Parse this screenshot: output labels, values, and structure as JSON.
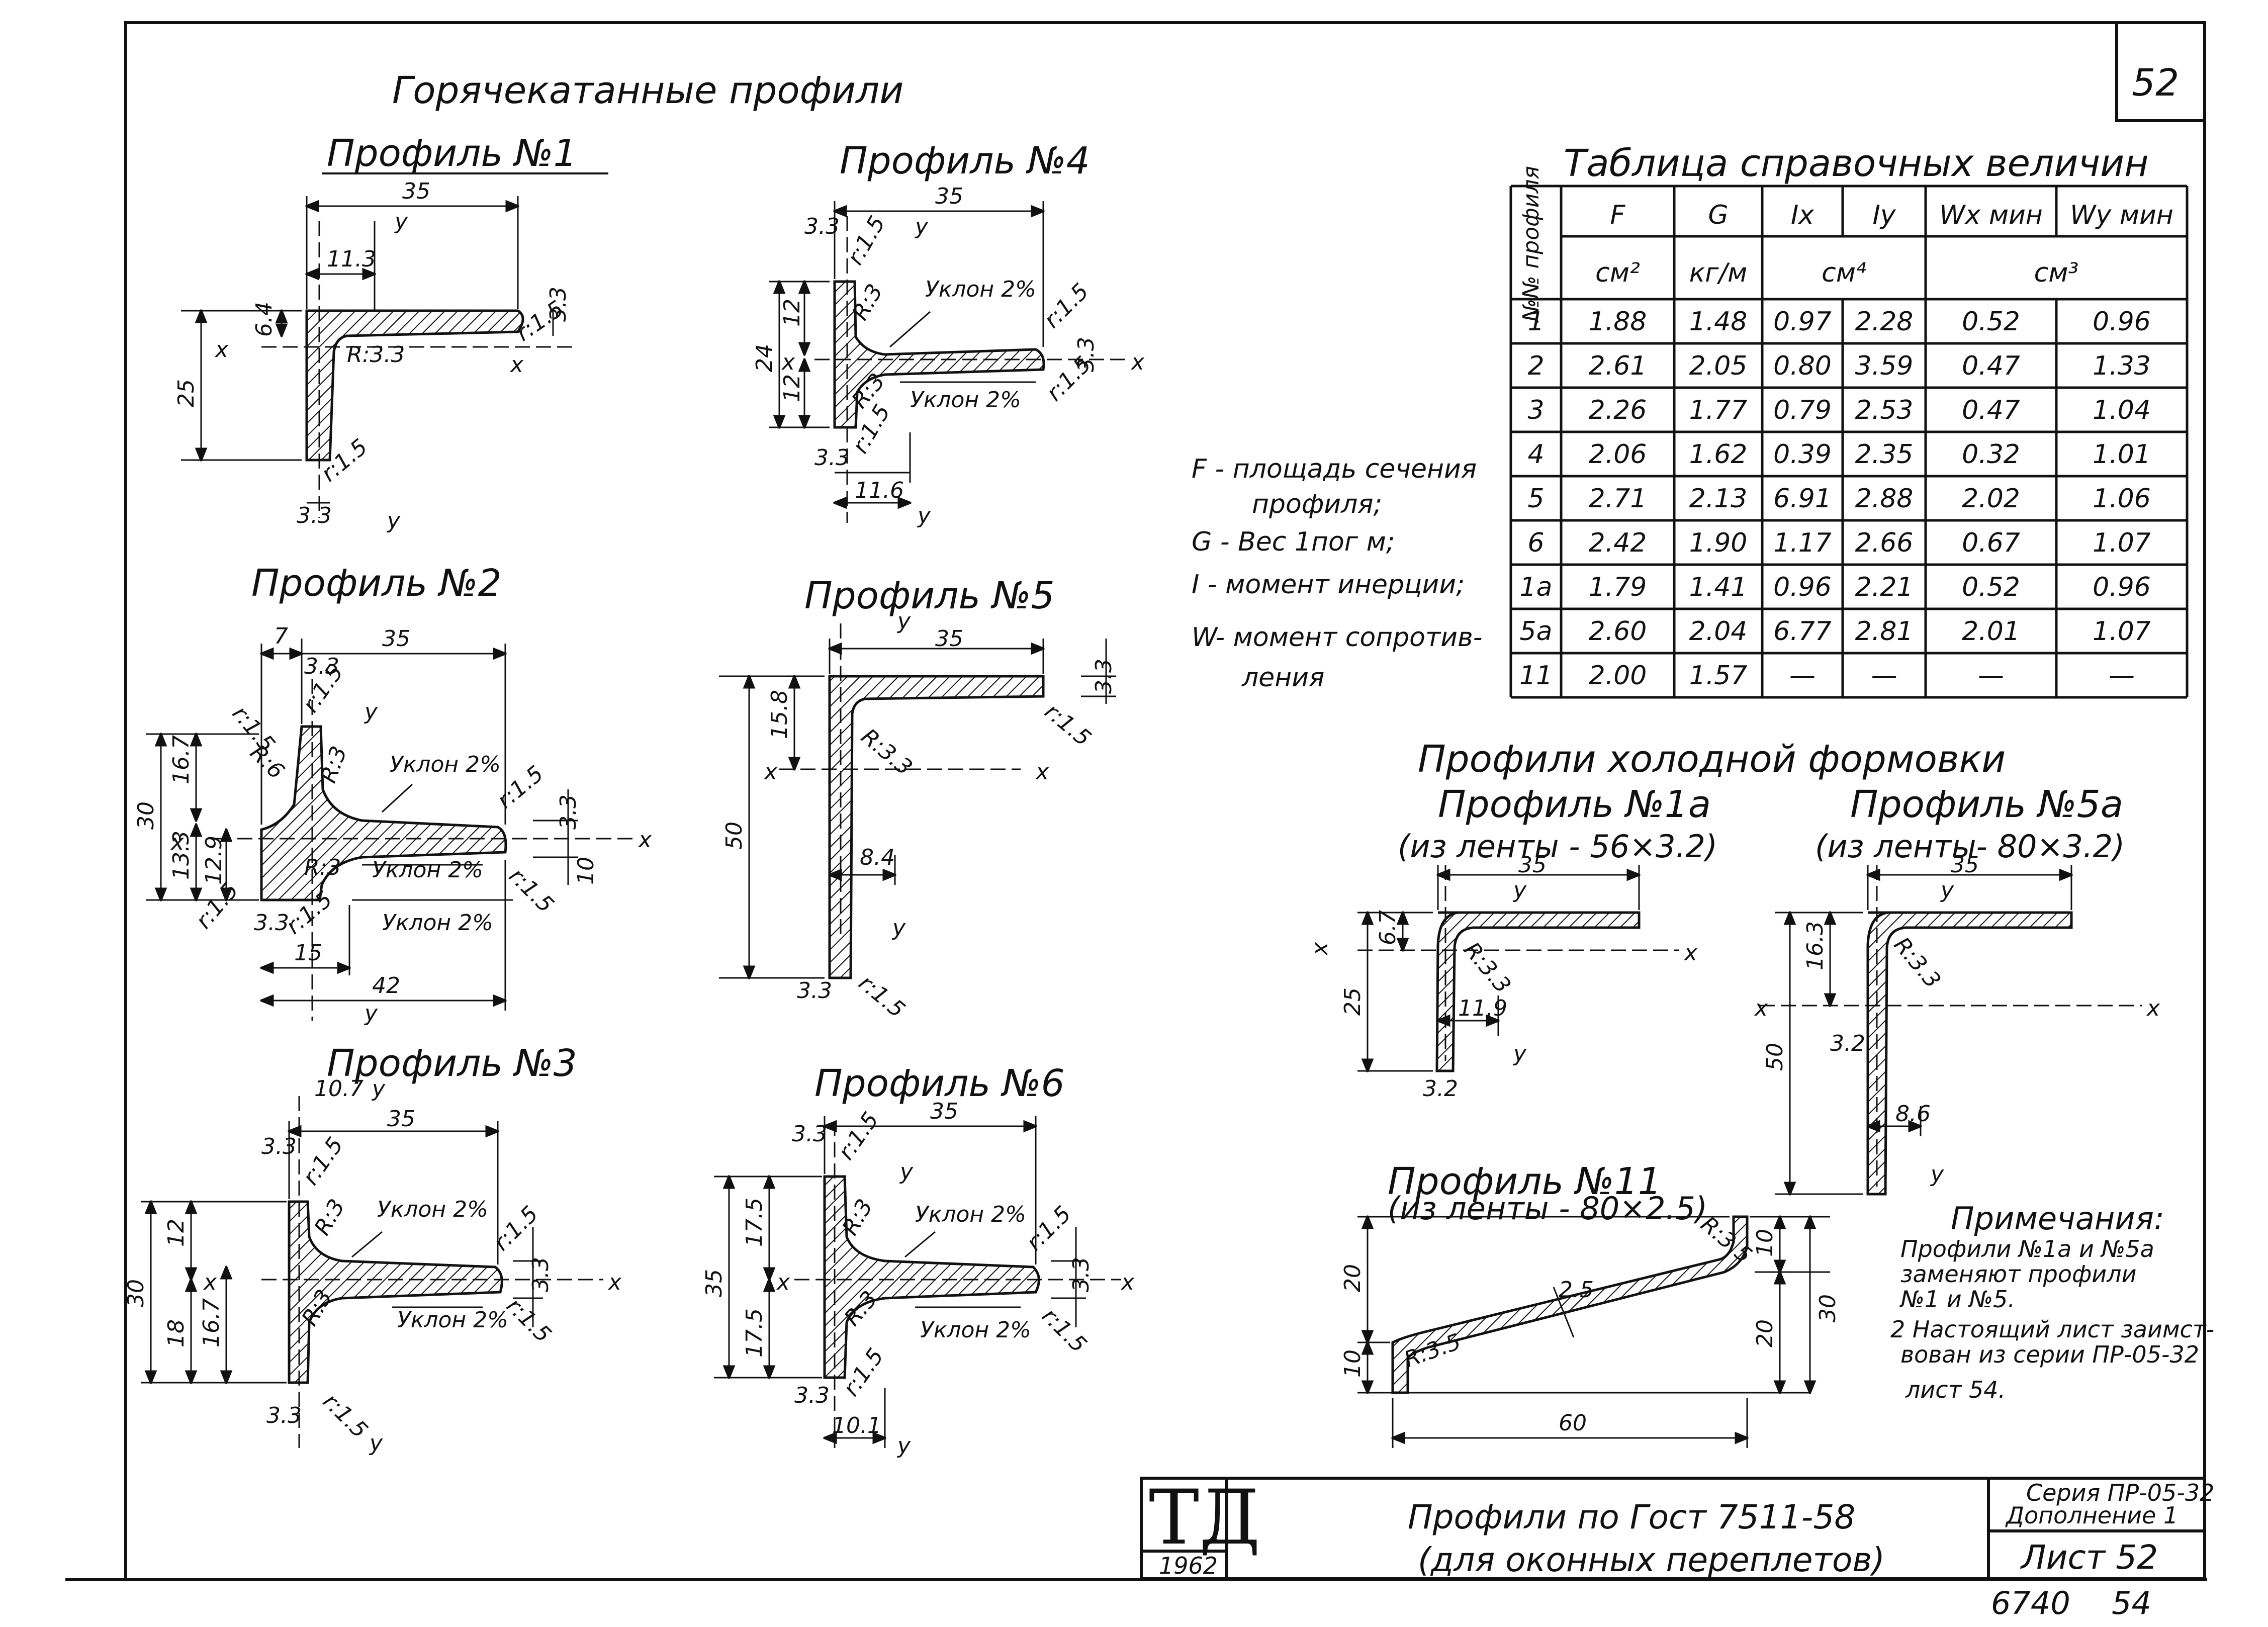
{
  "sheet": {
    "number": "52",
    "main_title": "Горячекатанные профили",
    "bottom_left_marks": "6740",
    "bottom_right_marks": "54"
  },
  "hot_rolled": {
    "p1": {
      "title": "Профиль №1",
      "d35": "35",
      "d113": "11.3",
      "d64": "6.4",
      "d33a": "3.3",
      "d25": "25",
      "d33b": "3.3",
      "r33": "R:3.3",
      "r15a": "r:1.5",
      "r15b": "r:1.5",
      "x": "x",
      "y": "y"
    },
    "p2": {
      "title": "Профиль №2",
      "d7": "7",
      "d35": "35",
      "d33": "3.3",
      "d15": "15",
      "d42": "42",
      "d30": "30",
      "d167": "16.7",
      "d133": "13.3",
      "d129": "12.9",
      "d10": "10",
      "d33b": "3.3",
      "d33c": "3.3",
      "r3a": "R:3",
      "r3b": "R:3",
      "r6": "R:6",
      "r15a": "r:1.5",
      "r15b": "r:1.5",
      "r15c": "r:1.5",
      "r15d": "r:1.5",
      "r15e": "r:1.5",
      "slope1": "Уклон 2%",
      "slope2": "Уклон 2%",
      "slope3": "Уклон 2%",
      "x": "x",
      "y": "y"
    },
    "p3": {
      "title": "Профиль №3",
      "d107": "10.7",
      "d35": "35",
      "d33a": "3.3",
      "d30": "30",
      "d12": "12",
      "d18": "18",
      "d167": "16.7",
      "d33b": "3.3",
      "d33c": "3.3",
      "r3a": "R:3",
      "r3b": "R:3",
      "r15a": "r:1.5",
      "r15b": "r:1.5",
      "r15c": "r:1.5",
      "slope1": "Уклон 2%",
      "slope2": "Уклон 2%",
      "x": "x",
      "y": "y"
    },
    "p4": {
      "title": "Профиль №4",
      "d35": "35",
      "d33a": "3.3",
      "d24": "24",
      "d12a": "12",
      "d12b": "12",
      "d33b": "3.3",
      "d116": "11.6",
      "d33c": "3.3",
      "r3a": "R:3",
      "r3b": "R:3",
      "r15a": "r:1.5",
      "r15b": "r:1.5",
      "r15c": "r:1.5",
      "r15d": "r:1.5",
      "slope1": "Уклон 2%",
      "slope2": "Уклон 2%",
      "x": "x",
      "y": "y"
    },
    "p5": {
      "title": "Профиль №5",
      "d35": "35",
      "d50": "50",
      "d158": "15.8",
      "d84": "8.4",
      "d33a": "3.3",
      "d33b": "3.3",
      "r33": "R:3.3",
      "r15a": "r:1.5",
      "r15b": "r:1.5",
      "x": "x",
      "y": "y"
    },
    "p6": {
      "title": "Профиль №6",
      "d35": "35",
      "d33a": "3.3",
      "d35v": "35",
      "d175a": "17.5",
      "d175b": "17.5",
      "d33b": "3.3",
      "d101": "10.1",
      "d33c": "3.3",
      "r3a": "R:3",
      "r3b": "R:3",
      "r15a": "r:1.5",
      "r15b": "r:1.5",
      "r15c": "r:1.5",
      "r15d": "r:1.5",
      "slope1": "Уклон 2%",
      "slope2": "Уклон 2%",
      "x": "x",
      "y": "y"
    }
  },
  "table": {
    "title": "Таблица справочных величин",
    "col_profile": "№№ профиля",
    "headers": [
      "F",
      "G",
      "Ix",
      "Iy",
      "Wx мин",
      "Wy мин"
    ],
    "units": [
      "см²",
      "кг/м",
      "см⁴",
      "см³"
    ],
    "rows": [
      [
        "1",
        "1.88",
        "1.48",
        "0.97",
        "2.28",
        "0.52",
        "0.96"
      ],
      [
        "2",
        "2.61",
        "2.05",
        "0.80",
        "3.59",
        "0.47",
        "1.33"
      ],
      [
        "3",
        "2.26",
        "1.77",
        "0.79",
        "2.53",
        "0.47",
        "1.04"
      ],
      [
        "4",
        "2.06",
        "1.62",
        "0.39",
        "2.35",
        "0.32",
        "1.01"
      ],
      [
        "5",
        "2.71",
        "2.13",
        "6.91",
        "2.88",
        "2.02",
        "1.06"
      ],
      [
        "6",
        "2.42",
        "1.90",
        "1.17",
        "2.66",
        "0.67",
        "1.07"
      ],
      [
        "1а",
        "1.79",
        "1.41",
        "0.96",
        "2.21",
        "0.52",
        "0.96"
      ],
      [
        "5а",
        "2.60",
        "2.04",
        "6.77",
        "2.81",
        "2.01",
        "1.07"
      ],
      [
        "11",
        "2.00",
        "1.57",
        "—",
        "—",
        "—",
        "—"
      ]
    ]
  },
  "legend": [
    "F - площадь сечения",
    "профиля;",
    "G - Вес 1пог м;",
    "I - момент инерции;",
    "W- момент сопротив-",
    "ления"
  ],
  "cold_formed": {
    "title": "Профили холодной формовки",
    "p1a": {
      "title": "Профиль №1а",
      "sub": "(из ленты - 56×3.2)",
      "d35": "35",
      "d67": "6.7",
      "d25": "25",
      "d119": "11.9",
      "d32": "3.2",
      "r33": "R:3.3",
      "x": "x",
      "y": "y"
    },
    "p5a": {
      "title": "Профиль №5а",
      "sub": "(из ленты- 80×3.2)",
      "d35": "35",
      "d163": "16.3",
      "d50": "50",
      "d32": "3.2",
      "d86": "8.6",
      "r33": "R:3.3",
      "x": "x",
      "y": "y"
    },
    "p11": {
      "title": "Профиль №11",
      "sub": "(из ленты - 80×2.5)",
      "d25": "2.5",
      "d20a": "20",
      "d10a": "10",
      "d10b": "10",
      "d20b": "20",
      "d30": "30",
      "d60": "60",
      "r35a": "R:3.5",
      "r35b": "R:3.5"
    }
  },
  "notes": {
    "title": "Примечания:",
    "lines": [
      "Профили №1а и №5а",
      "заменяют профили",
      "№1 и №5.",
      "2 Настоящий лист заимст-",
      "вован из серии ПР-05-32",
      "лист 54."
    ]
  },
  "stamp": {
    "org": "ТД",
    "year": "1962",
    "title1": "Профили по Гост 7511-58",
    "title2": "(для оконных переплетов)",
    "series": "Серия ПР-05-32",
    "supplement": "Дополнение 1",
    "sheet": "Лист 52"
  }
}
